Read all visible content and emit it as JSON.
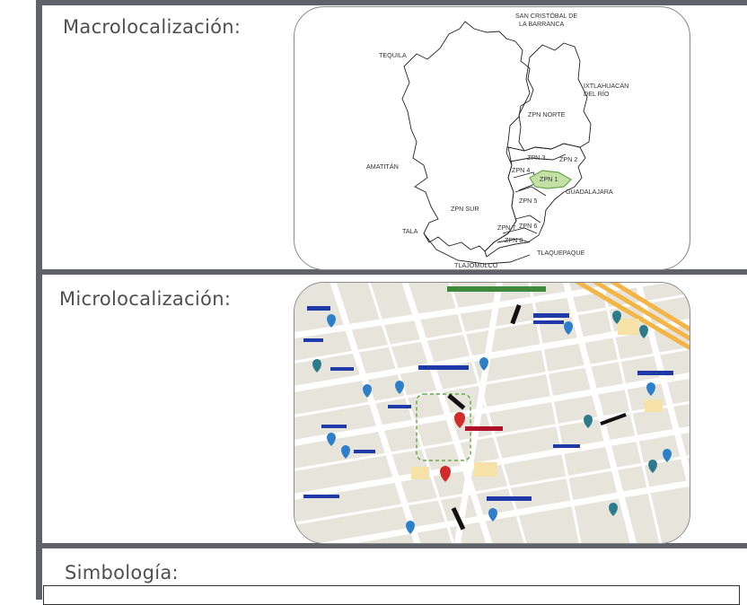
{
  "sections": {
    "macro_title": "Macrolocalización:",
    "micro_title": "Microlocalización:",
    "legend_title": "Simbología:"
  },
  "macro_map": {
    "labels": {
      "san_cristobal_1": "SAN CRISTÓBAL DE",
      "san_cristobal_2": "LA BARRANCA",
      "tequila": "TEQUILA",
      "ixtlahuacan_1": "IXTLAHUACÁN",
      "ixtlahuacan_2": "DEL RÍO",
      "zpn_norte": "ZPN NORTE",
      "zpn3": "ZPN 3",
      "zpn2": "ZPN 2",
      "zpn4": "ZPN 4",
      "zpn1": "ZPN 1",
      "amatitan": "AMATITÁN",
      "guadalajara": "GUADALAJARA",
      "zpn5": "ZPN 5",
      "zpn_sur": "ZPN SUR",
      "zpn6": "ZPN 6",
      "zpn7": "ZPN 7",
      "zpn8": "ZPN 8",
      "tala": "TALA",
      "tlaquepaque": "TLAQUEPAQUE",
      "tlajomulco": "TLAJOMULCO"
    },
    "colors": {
      "highlight_fill": "#c5e0a5",
      "highlight_stroke": "#6aa84f",
      "boundary": "#222222"
    }
  },
  "micro_map": {
    "colors": {
      "street": "#ffffff",
      "block": "#e7e4dc",
      "highway": "#f4b547",
      "pin_blue": "#2e7fc9",
      "pin_red": "#d12b2b",
      "pin_teal": "#2c7a8a",
      "site_outline": "#6aa84f"
    }
  }
}
